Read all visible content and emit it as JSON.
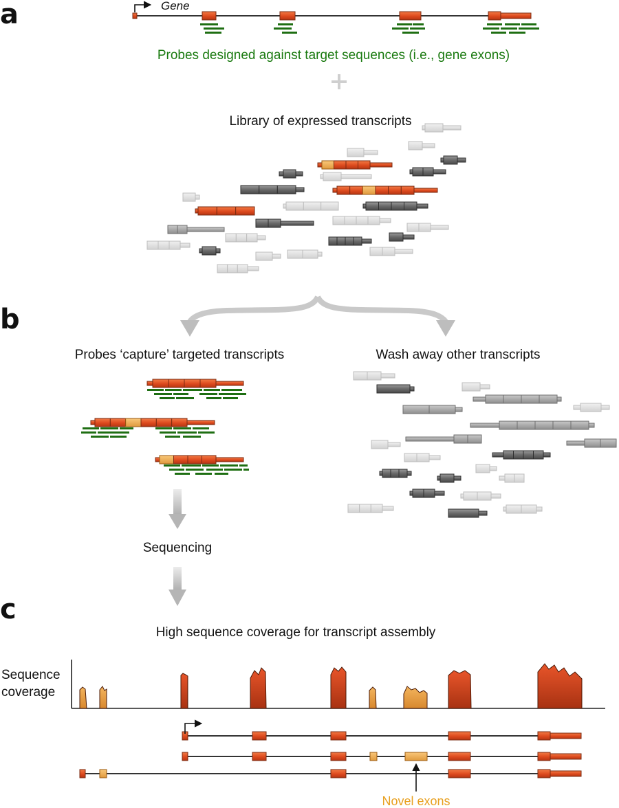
{
  "panels": {
    "a": "a",
    "b": "b",
    "c": "c"
  },
  "gene_label": "Gene",
  "probes_caption": "Probes designed against target sequences (i.e., gene exons)",
  "plus_symbol": "+",
  "library_caption": "Library of expressed transcripts",
  "capture_caption": "Probes ‘capture’ targeted transcripts",
  "wash_caption": "Wash away other transcripts",
  "sequencing_caption": "Sequencing",
  "coverage_caption": "High sequence coverage for transcript assembly",
  "coverage_axis": {
    "line1": "Sequence",
    "line2": "coverage"
  },
  "novel_caption": "Novel exons",
  "colors": {
    "exon": "#e0582a",
    "exon_dark": "#a8361a",
    "novel_exon": "#f0a848",
    "probe": "#1e6e12",
    "transcript_dark": "#7a7a7a",
    "transcript_light": "#d6d6d6",
    "arrow_gray": "#bdbdbd"
  }
}
